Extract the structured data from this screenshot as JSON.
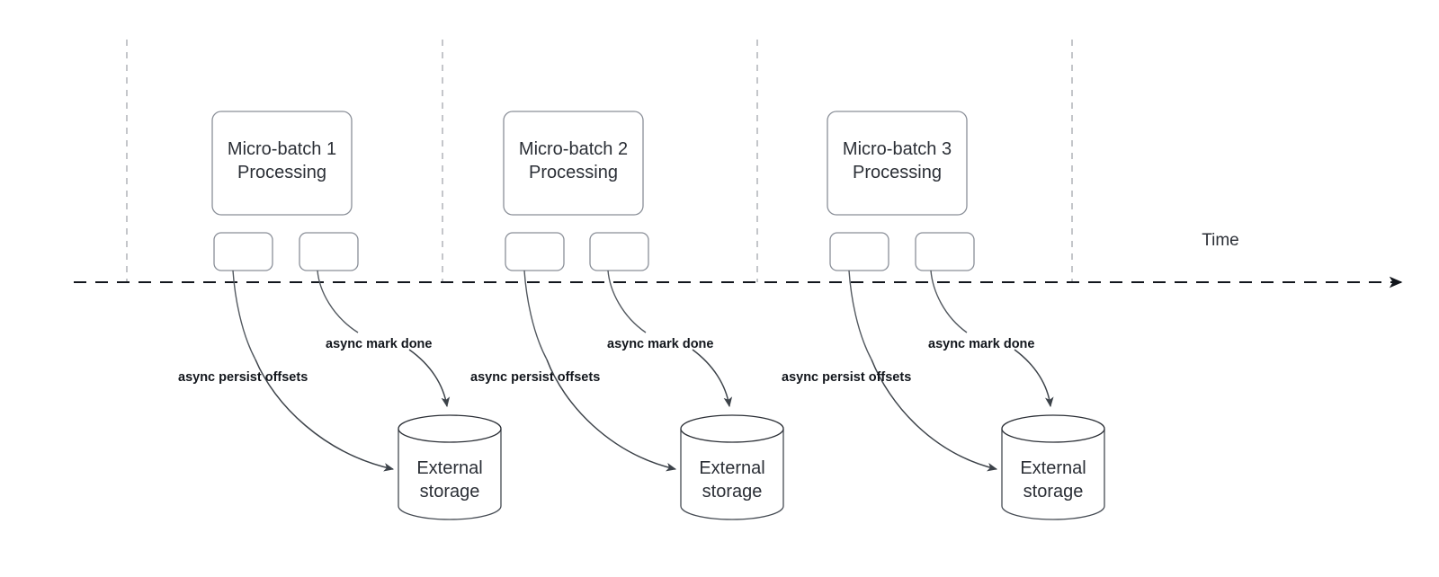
{
  "diagram": {
    "title_label": "Time",
    "axis": {
      "label": "Time",
      "label_x": 1357,
      "label_y": 273
    },
    "groups": [
      {
        "id": "micro-batch-1",
        "process_label_line1": "Micro-batch 1",
        "process_label_line2": "Processing",
        "storage_label_line1": "External",
        "storage_label_line2": "storage",
        "persist_label": "async persist offsets",
        "markdone_label": "async mark done"
      },
      {
        "id": "micro-batch-2",
        "process_label_line1": "Micro-batch 2",
        "process_label_line2": "Processing",
        "storage_label_line1": "External",
        "storage_label_line2": "storage",
        "persist_label": "async persist offsets",
        "markdone_label": "async mark done"
      },
      {
        "id": "micro-batch-3",
        "process_label_line1": "Micro-batch 3",
        "process_label_line2": "Processing",
        "storage_label_line1": "External",
        "storage_label_line2": "storage",
        "persist_label": "async persist offsets",
        "markdone_label": "async mark done"
      }
    ],
    "colors": {
      "node_stroke": "#8a8f98",
      "cylinder_stroke": "#444a52",
      "timeline_stroke": "#12161c",
      "divider_stroke": "#b5b8bd",
      "text": "#2b2f36",
      "edge_text": "#12161c",
      "background": "#ffffff"
    }
  }
}
